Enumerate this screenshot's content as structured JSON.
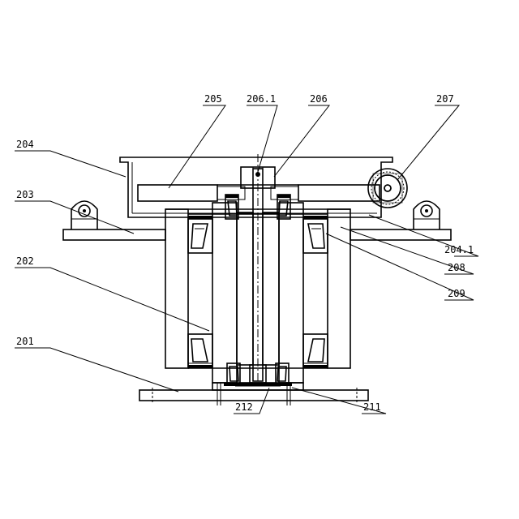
{
  "labels": {
    "l204": "204",
    "l203": "203",
    "l202": "202",
    "l201": "201",
    "l205": "205",
    "l2061": "206.1",
    "l206": "206",
    "l207": "207",
    "l2041": "204.1",
    "l208": "208",
    "l209": "209",
    "l212": "212",
    "l211": "211"
  },
  "colors": {
    "ink": "#000000",
    "background": "#ffffff"
  }
}
